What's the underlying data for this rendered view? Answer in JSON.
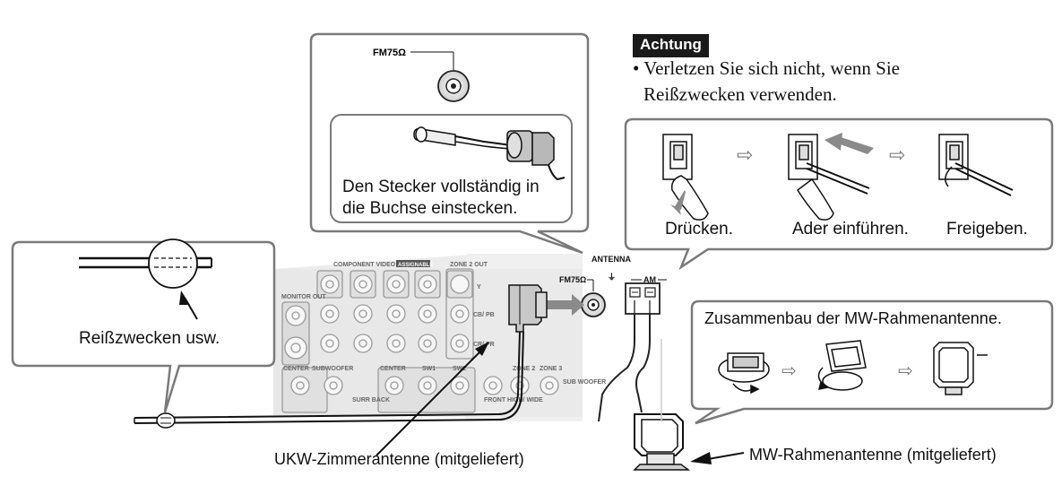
{
  "caution": {
    "badge": "Achtung",
    "bullet": "•",
    "text_line1": "Verletzen Sie sich nicht, wenn Sie",
    "text_line2": "Reißzwecken verwenden."
  },
  "fm_callout": {
    "jack_label": "FM75Ω",
    "instruction_line1": "Den Stecker vollständig in",
    "instruction_line2": "die Buchse einstecken."
  },
  "push_steps": {
    "step1": "Drücken.",
    "step2": "Ader einführen.",
    "step3": "Freigeben."
  },
  "thumbtack_callout": {
    "label": "Reißzwecken usw."
  },
  "loop_assembly": {
    "title": "Zusammenbau der MW-Rahmenantenne."
  },
  "panel": {
    "antenna_label": "ANTENNA",
    "fm_label": "FM75Ω",
    "am_label": "AM",
    "component_video": "COMPONENT VIDEO",
    "assignable": "ASSIGNABLE",
    "zone2_out": "ZONE 2 OUT",
    "monitor_out": "MONITOR OUT",
    "center": "CENTER",
    "subwoofer": "SUBWOOFER",
    "sw1": "SW1",
    "sw2": "SW2",
    "zone2": "ZONE 2",
    "zone3": "ZONE 3",
    "surr_back": "SURR BACK",
    "front_high_wide": "FRONT HIGH/ WIDE",
    "sub_woofer": "SUB WOOFER",
    "y": "Y",
    "cb_pb": "CB/ PB",
    "cr_pr": "CR/ PR"
  },
  "labels": {
    "fm_antenna": "UKW-Zimmerantenne (mitgeliefert)",
    "am_antenna": "MW-Rahmenantenne (mitgeliefert)"
  },
  "colors": {
    "outline": "#7a7a7a",
    "panel_fill": "#e4e4e4",
    "arrow_gray": "#8a8a8a",
    "badge_bg": "#1a1a1a"
  }
}
